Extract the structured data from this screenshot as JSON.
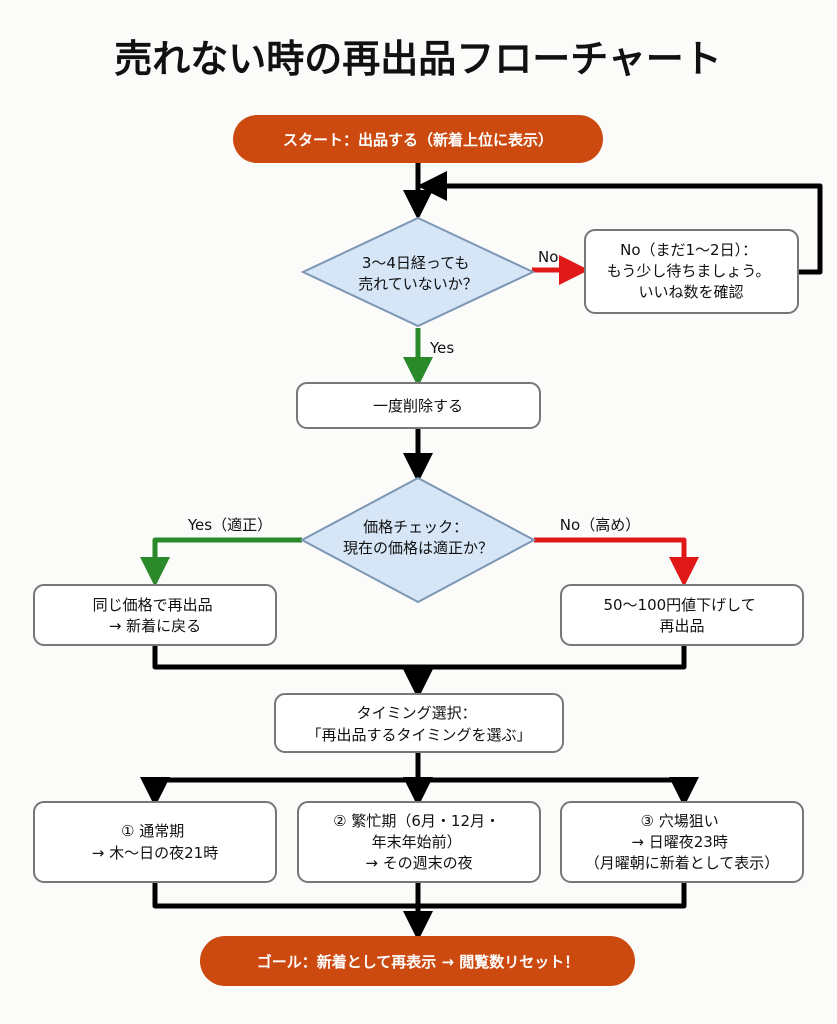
{
  "title": "売れない時の再出品フローチャート",
  "colors": {
    "pill": "#cc4a10",
    "diamond_fill": "#d6e6f7",
    "diamond_stroke": "#7c96b4",
    "box_stroke": "#777777",
    "yes_arrow": "#2a8a2a",
    "no_arrow": "#e01818",
    "line": "#000000"
  },
  "start": {
    "label": "スタート：出品する（新着上位に表示）"
  },
  "decision1": {
    "lines": [
      "3〜4日経っても",
      "売れていないか？"
    ],
    "yes": "Yes",
    "no": "No"
  },
  "wait_box": {
    "lines": [
      "No（まだ1〜2日）：",
      "もう少し待ちましょう。",
      "いいね数を確認"
    ]
  },
  "delete_box": {
    "lines": [
      "一度削除する"
    ]
  },
  "decision2": {
    "lines": [
      "価格チェック：",
      "現在の価格は適正か？"
    ],
    "yes": "Yes（適正）",
    "no": "No（高め）"
  },
  "same_price_box": {
    "lines": [
      "同じ価格で再出品",
      "→ 新着に戻る"
    ]
  },
  "discount_box": {
    "lines": [
      "50〜100円値下げして",
      "再出品"
    ]
  },
  "timing_box": {
    "lines": [
      "タイミング選択：",
      "「再出品するタイミングを選ぶ」"
    ]
  },
  "option1": {
    "lines": [
      "① 通常期",
      "→ 木〜日の夜21時"
    ]
  },
  "option2": {
    "lines": [
      "② 繁忙期（6月・12月・",
      "年末年始前）",
      "→ その週末の夜"
    ]
  },
  "option3": {
    "lines": [
      "③ 穴場狙い",
      "→ 日曜夜23時",
      "（月曜朝に新着として表示）"
    ]
  },
  "goal": {
    "label": "ゴール：新着として再表示 → 閲覧数リセット！"
  }
}
